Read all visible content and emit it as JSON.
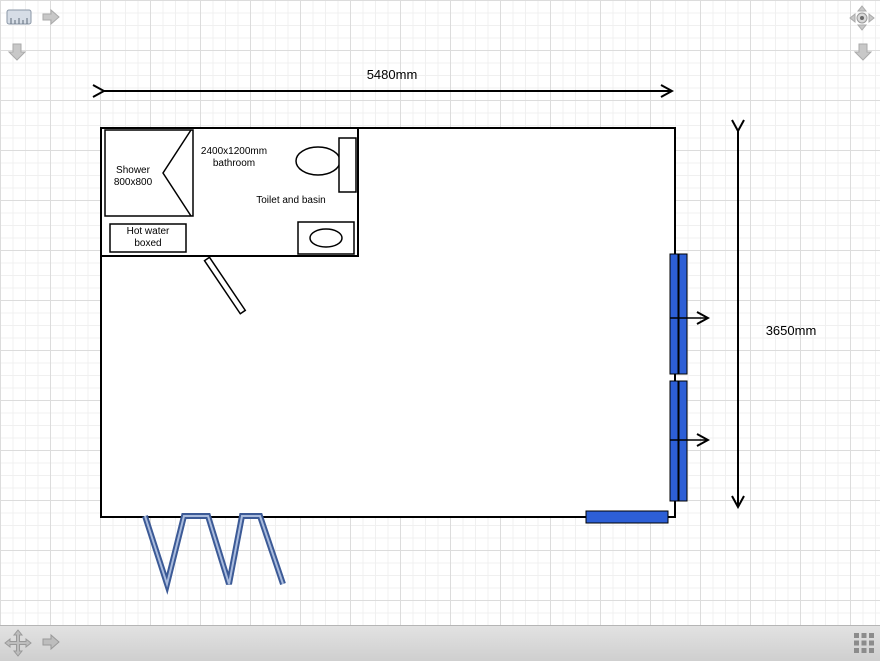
{
  "plan": {
    "width_label": "5480mm",
    "height_label": "3650mm",
    "bathroom_label_line1": "2400x1200mm",
    "bathroom_label_line2": "bathroom",
    "shower_label_line1": "Shower",
    "shower_label_line2": "800x800",
    "hot_water_line1": "Hot water",
    "hot_water_line2": "boxed",
    "toilet_basin_label": "Toilet and basin"
  },
  "colors": {
    "wall": "#000000",
    "window_blue": "#2d5fd6",
    "door_blue": "#3c5a96",
    "grid": "#dcdcdc"
  },
  "controls": {
    "top_left": [
      "ruler-icon",
      "arrow-right-icon",
      "arrow-down-icon"
    ],
    "top_right": [
      "pan-center-icon",
      "arrow-down-icon"
    ],
    "bottom_left": [
      "move-arrows-icon",
      "arrow-right-icon"
    ],
    "bottom_right": [
      "grid-icon"
    ]
  }
}
